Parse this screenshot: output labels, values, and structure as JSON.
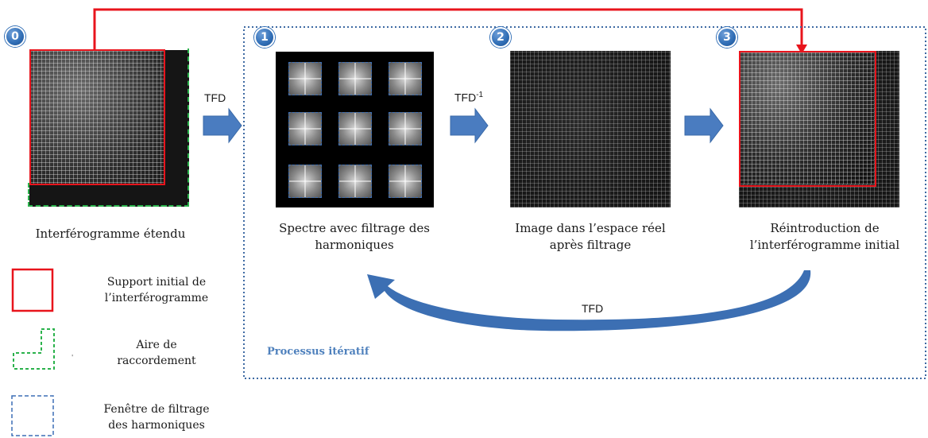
{
  "steps": [
    {
      "num": "0",
      "caption": "Interférogramme étendu"
    },
    {
      "num": "1",
      "caption_line1": "Spectre avec filtrage des",
      "caption_line2": "harmoniques"
    },
    {
      "num": "2",
      "caption_line1": "Image dans l’espace réel",
      "caption_line2": "après filtrage"
    },
    {
      "num": "3",
      "caption_line1": "Réintroduction de",
      "caption_line2": "l’interférogramme initial"
    }
  ],
  "arrows": {
    "tfd": "TFD",
    "tfd_inv_base": "TFD",
    "tfd_inv_sup": "-1",
    "tfd_loop": "TFD"
  },
  "process_label": "Processus itératif",
  "legend": [
    {
      "line1": "Support initial de",
      "line2": "l’interférogramme",
      "style": "solid-red"
    },
    {
      "line1": "Aire de",
      "line2": "raccordement",
      "style": "dashed-green"
    },
    {
      "line1": "Fenêtre de filtrage",
      "line2": "des harmoniques",
      "style": "dashed-blue"
    }
  ],
  "colors": {
    "red": "#e8141c",
    "green": "#2bb24c",
    "blue_dash": "#3d6fb5",
    "arrow_blue": "#4a7cc0",
    "process_label": "#4f81bd",
    "dotted_border": "#3e6aa3"
  }
}
